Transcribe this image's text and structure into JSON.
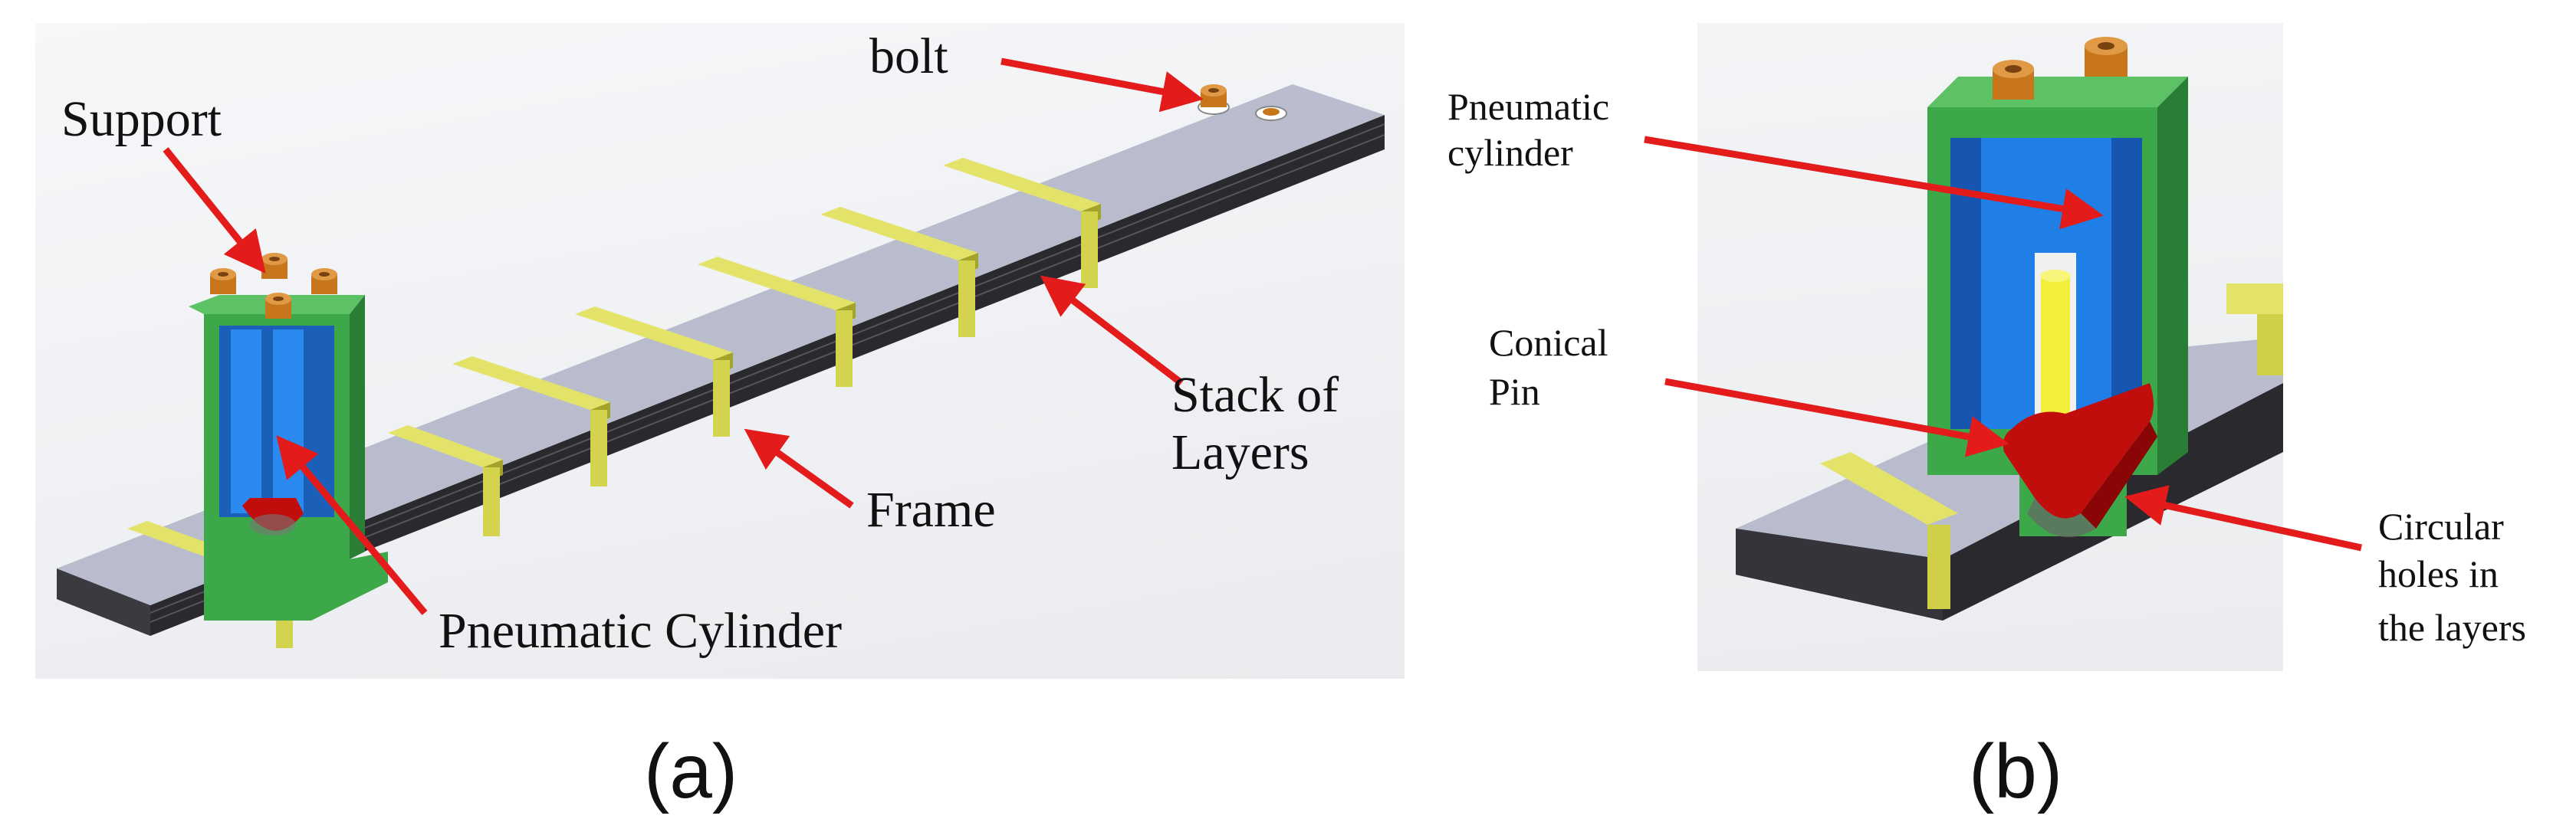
{
  "panel_a": {
    "labels": {
      "bolt": "bolt",
      "support": "Support",
      "stack_line1": "Stack of",
      "stack_line2": "Layers",
      "frame": "Frame",
      "pneumatic": "Pneumatic Cylinder"
    },
    "caption": "(a)"
  },
  "panel_b": {
    "labels": {
      "pneumatic_line1": "Pneumatic",
      "pneumatic_line2": "cylinder",
      "conical_line1": "Conical",
      "conical_line2": "Pin",
      "holes_line1": "Circular",
      "holes_line2": "holes in",
      "holes_line3": "the layers"
    },
    "caption": "(b)"
  },
  "colors": {
    "beam_top": "#b9bccc",
    "beam_side": "#2a2a2e",
    "frame": "#e3e36a",
    "frame_dark": "#a3a32a",
    "support": "#3da84a",
    "support_dark": "#2a7d35",
    "cylinder": "#1f7fe6",
    "pin": "#f2ef3a",
    "cone": "#c20d0d",
    "bolt": "#c8761c",
    "arrow": "#e31b1b"
  }
}
